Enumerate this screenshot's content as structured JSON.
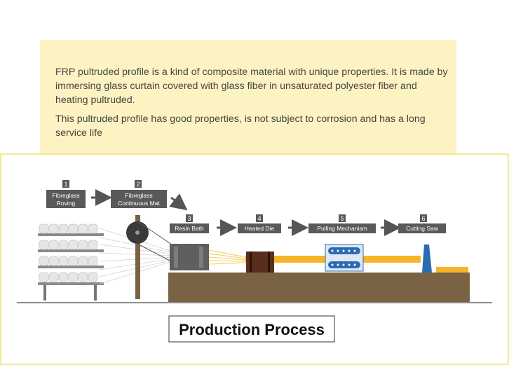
{
  "intro": {
    "paragraph_1": "FRP pultruded profile is a kind of composite material with unique properties. It is made by immersing glass curtain covered with glass fiber in unsaturated polyester fiber and heating pultruded.",
    "paragraph_2": "This pultruded profile has good properties, is not subject to corrosion and has a long service life"
  },
  "process": {
    "title": "Production Process",
    "steps": [
      {
        "number": "1",
        "line1": "Fibreglass",
        "line2": "Roving"
      },
      {
        "number": "2",
        "line1": "Fibreglass",
        "line2": "Continuous Mat"
      },
      {
        "number": "3",
        "line1": "Resin Bath",
        "line2": ""
      },
      {
        "number": "4",
        "line1": "Heated Die",
        "line2": ""
      },
      {
        "number": "5",
        "line1": "Pulling Mechanism",
        "line2": ""
      },
      {
        "number": "6",
        "line1": "Cutting Saw",
        "line2": ""
      }
    ]
  },
  "colors": {
    "label_bg": "#595959",
    "table_brown": "#7a6244",
    "profile_orange": "#f5b42a",
    "saw_blue": "#2b6cb0",
    "die_brown": "#5a2e1c"
  }
}
